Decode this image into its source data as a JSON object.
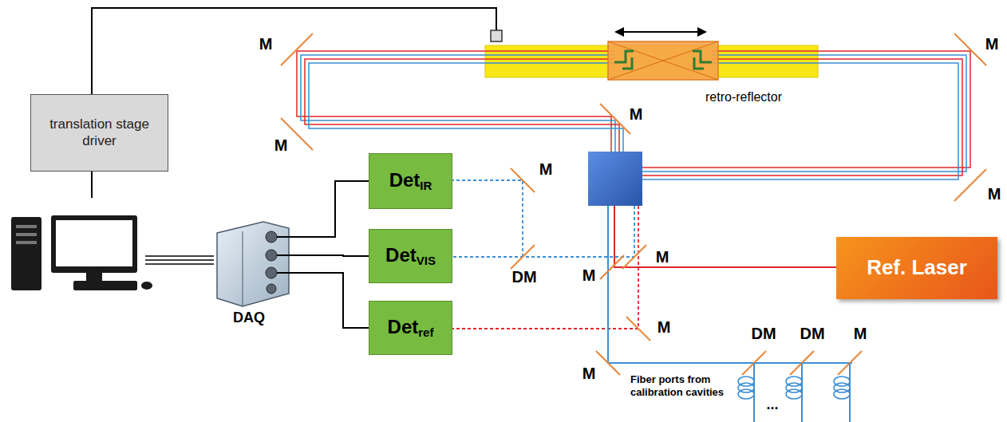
{
  "diagram": {
    "nodes": [
      {
        "text": [
          "translation stage driver"
        ]
      },
      {
        "text": [
          "Det",
          "IR"
        ]
      },
      {
        "text": [
          "Det",
          "VIS"
        ]
      },
      {
        "text": [
          "DAQ"
        ]
      },
      {
        "text": [
          "Det",
          "ref"
        ]
      },
      {
        "text": [
          "Ref. Laser"
        ]
      }
    ],
    "edges": [
      {
        "from": 3,
        "to": 1,
        "arrow": "none"
      },
      {
        "from": 3,
        "to": 2,
        "arrow": "none"
      },
      {
        "from": 3,
        "to": 4,
        "arrow": "none"
      }
    ],
    "labels": [
      "M",
      "M",
      "retro-reflector",
      "M",
      "M",
      "M",
      "M",
      "M",
      "DM",
      "M",
      "M",
      "DM",
      "DM",
      "M",
      "M",
      "Fiber ports from calibration cavities",
      "..."
    ]
  }
}
